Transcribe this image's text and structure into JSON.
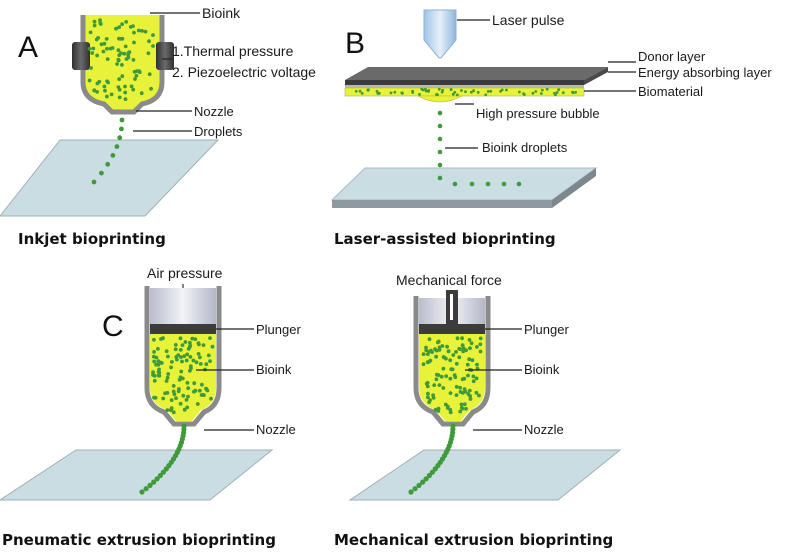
{
  "panels": {
    "a": "A",
    "b": "B",
    "c": "C"
  },
  "inkjet": {
    "bioink": "Bioink",
    "thermal": "1.Thermal pressure",
    "piezo": "2. Piezoelectric voltage",
    "nozzle": "Nozzle",
    "droplets": "Droplets",
    "caption": "Inkjet bioprinting"
  },
  "laser": {
    "pulse": "Laser pulse",
    "donor": "Donor layer",
    "energy": "Energy absorbing layer",
    "biomaterial": "Biomaterial",
    "bubble": "High pressure bubble",
    "droplets": "Bioink droplets",
    "caption": "Laser-assisted bioprinting"
  },
  "pneumatic": {
    "air": "Air pressure",
    "plunger": "Plunger",
    "bioink": "Bioink",
    "nozzle": "Nozzle",
    "caption": "Pneumatic extrusion bioprinting"
  },
  "mechanical": {
    "force": "Mechanical force",
    "plunger": "Plunger",
    "bioink": "Bioink",
    "nozzle": "Nozzle",
    "caption": "Mechanical extrusion bioprinting"
  },
  "colors": {
    "bioink": "#e8f23a",
    "cell": "#3f9a3a",
    "shell": "#8a8a8a",
    "substrate": "#c9dde3",
    "substrate_edge": "#8f9aa0",
    "plunger": "#3c3c3c",
    "barrel": "#d8dbe6"
  }
}
